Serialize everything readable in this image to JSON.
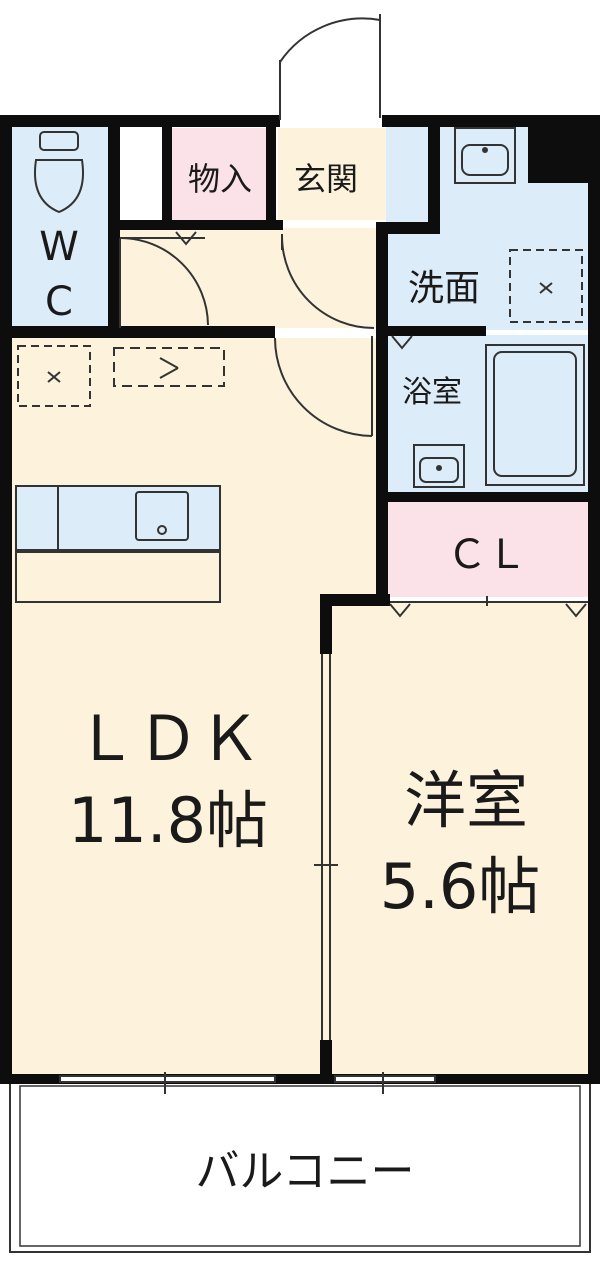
{
  "rooms": {
    "wc": {
      "line1": "W",
      "line2": "C"
    },
    "storage": "物入",
    "entrance": "玄関",
    "washroom": "洗面",
    "bathroom": "浴室",
    "closet": "ＣＬ",
    "ldk": {
      "name": "ＬＤＫ",
      "size": "11.8帖"
    },
    "western_room": {
      "name": "洋室",
      "size": "5.6帖"
    },
    "balcony": "バルコニー"
  },
  "colors": {
    "floor_beige": "#fdf3dd",
    "wet_blue": "#dcecf8",
    "storage_pink": "#fbe1e8",
    "wall": "#0d0d0d"
  }
}
